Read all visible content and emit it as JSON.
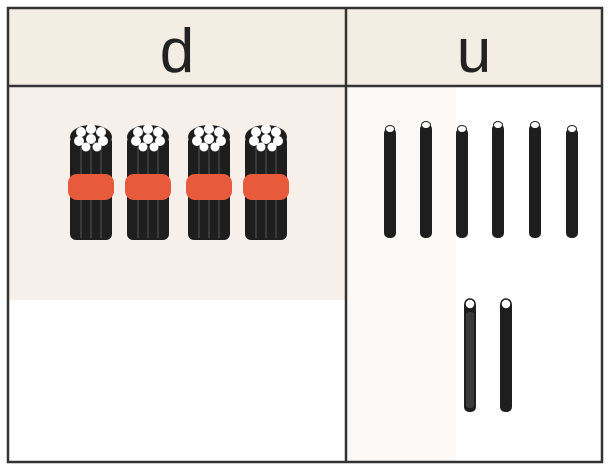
{
  "columns": [
    {
      "label": "d"
    },
    {
      "label": "u"
    }
  ],
  "tens": {
    "count": 4
  },
  "units": {
    "top_count": 6,
    "bottom_count": 2
  },
  "colors": {
    "grid_line": "#333333",
    "header_fill": "#f4ede4",
    "stick": "#1e1e1e",
    "band": "#e85a3c"
  }
}
